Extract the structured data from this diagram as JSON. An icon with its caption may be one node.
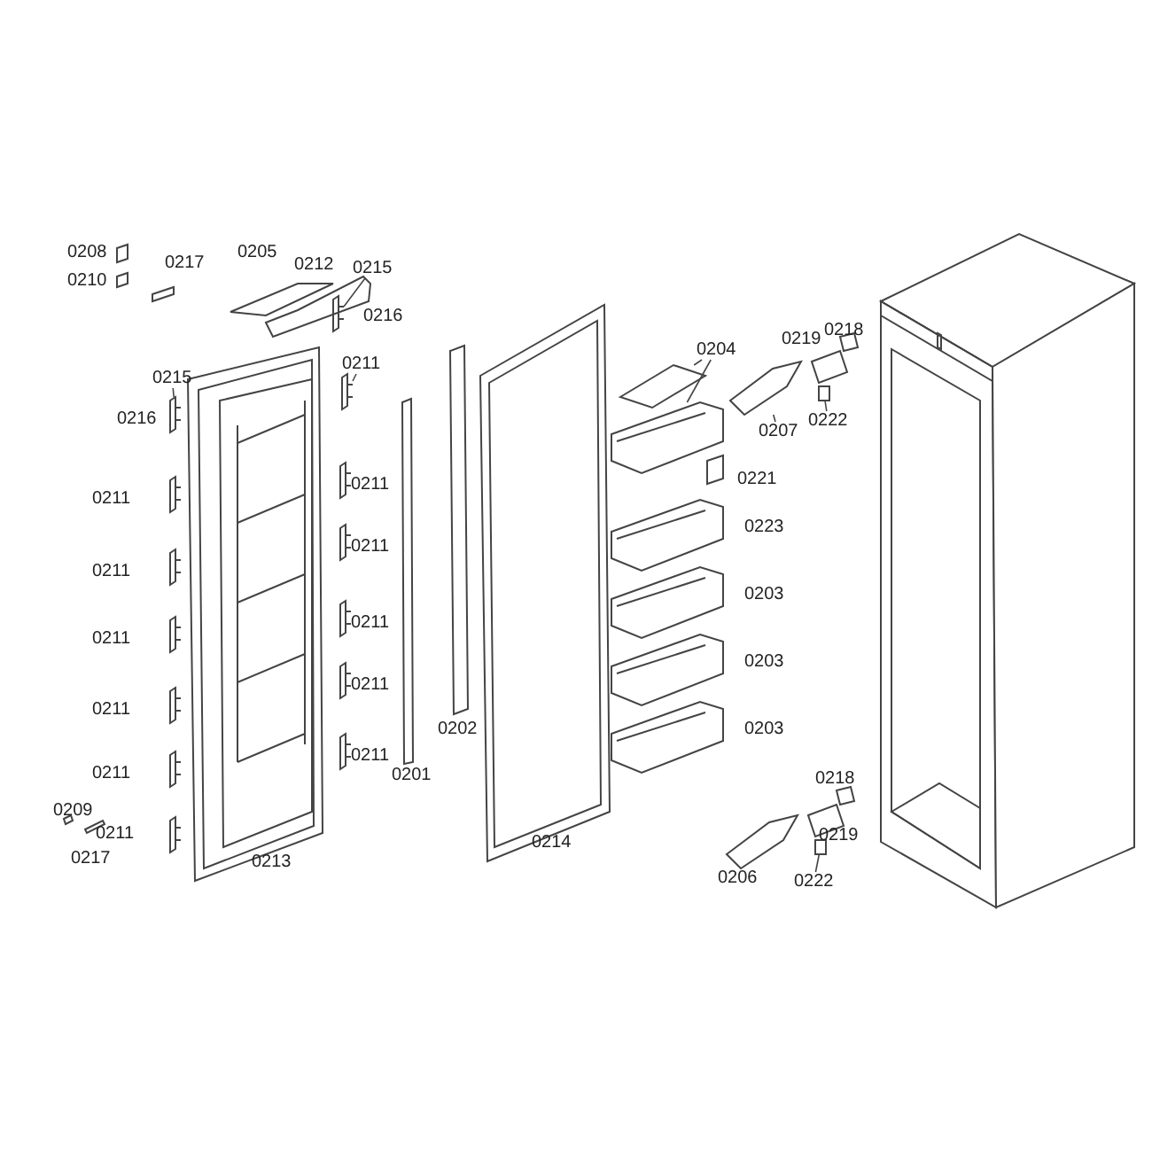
{
  "diagram": {
    "nodes": [
      {
        "text": [
          "0215"
        ]
      },
      {
        "text": [
          "0215"
        ]
      },
      {
        "text": [
          "0211"
        ]
      },
      {
        "text": [
          "0204"
        ]
      },
      {
        "text": [
          "0207"
        ]
      },
      {
        "text": [
          "0222"
        ]
      },
      {
        "text": [
          "0222"
        ]
      },
      {
        "text": [],
        "shape": "picture"
      },
      {
        "text": [],
        "shape": "picture"
      },
      {
        "text": [],
        "shape": "picture"
      },
      {
        "text": [],
        "shape": "picture"
      },
      {
        "text": [],
        "shape": "picture"
      },
      {
        "text": [],
        "shape": "picture"
      },
      {
        "text": [],
        "shape": "box"
      },
      {
        "text": [],
        "shape": "box"
      }
    ],
    "edges": [
      {
        "from": 0,
        "to": 7,
        "arrow": "none"
      },
      {
        "from": 1,
        "to": 8,
        "arrow": "none"
      },
      {
        "from": 2,
        "to": 9,
        "arrow": "none"
      },
      {
        "from": 3,
        "to": 10,
        "arrow": "none"
      },
      {
        "from": 3,
        "to": 11,
        "arrow": "none"
      },
      {
        "from": 4,
        "to": 12,
        "arrow": "none"
      },
      {
        "from": 5,
        "to": 13,
        "arrow": "none"
      },
      {
        "from": 6,
        "to": 14,
        "arrow": "none"
      }
    ],
    "labels": [
      "0208",
      "0210",
      "0217",
      "0205",
      "0212",
      "0216",
      "0216",
      "0211",
      "0211",
      "0211",
      "0211",
      "0211",
      "0211",
      "0211",
      "0211",
      "0211",
      "0211",
      "0201",
      "0202",
      "0209",
      "0211",
      "0217",
      "0213",
      "0214",
      "0219",
      "0218",
      "0221",
      "0223",
      "0203",
      "0203",
      "0203",
      "0218",
      "0219",
      "0206"
    ]
  }
}
